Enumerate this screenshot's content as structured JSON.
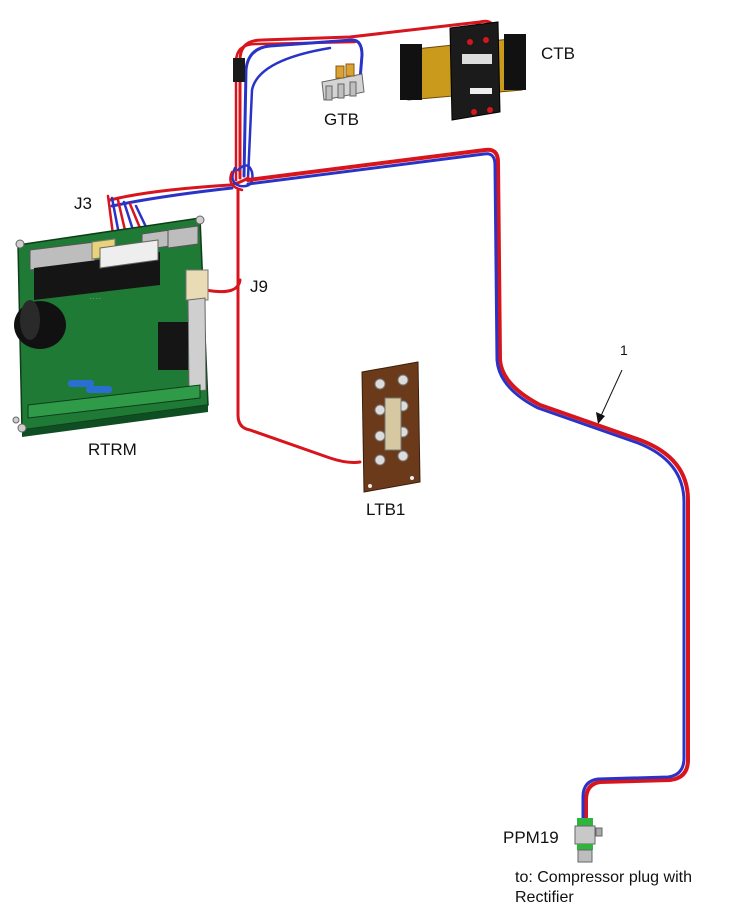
{
  "labels": {
    "ctb": "CTB",
    "gtb": "GTB",
    "j3": "J3",
    "j9": "J9",
    "rtrm": "RTRM",
    "ltb1": "LTB1",
    "callout_1": "1",
    "ppm19": "PPM19",
    "destination_note": "to: Compressor plug with Rectifier"
  },
  "colors": {
    "wire_red": "#d8141c",
    "wire_blue": "#2a33c8",
    "pcb_green": "#1f7a35",
    "terminal_block_brown": "#6b3a1a",
    "ctb_yellow": "#c99a1c",
    "connector_green": "#2fb53e"
  }
}
